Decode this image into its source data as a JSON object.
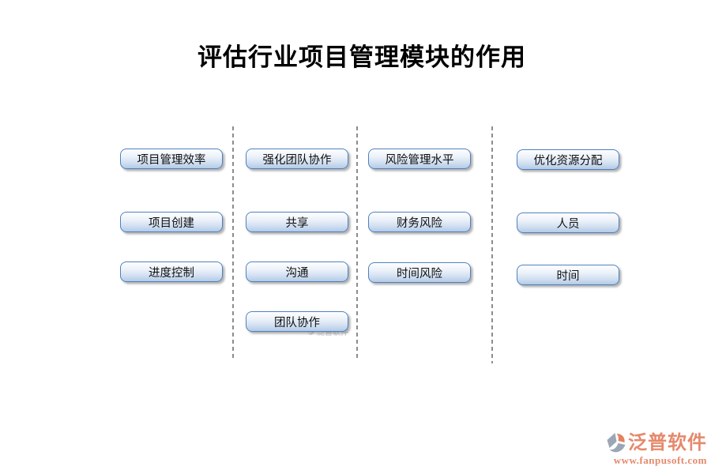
{
  "title": "评估行业项目管理模块的作用",
  "columns": [
    {
      "name": "project-management-efficiency",
      "buttons": [
        "项目管理效率",
        "项目创建",
        "进度控制"
      ]
    },
    {
      "name": "strengthen-team-collaboration",
      "buttons": [
        "强化团队协作",
        "共享",
        "沟通",
        "团队协作"
      ]
    },
    {
      "name": "risk-management-level",
      "buttons": [
        "风险管理水平",
        "财务风险",
        "时间风险"
      ]
    },
    {
      "name": "optimize-resource-allocation",
      "buttons": [
        "优化资源分配",
        "人员",
        "时间"
      ]
    }
  ],
  "brand": {
    "name": "泛普软件",
    "url": "www.fanpusoft.com",
    "icon": "fanpu-logo-icon"
  },
  "colors": {
    "button_border": "#4f81bd",
    "button_fill_top": "#fefeff",
    "button_fill_bottom": "#b4cae7",
    "separator_gray": "#8c8c8c",
    "brand_salmon": "#e5896c",
    "logo_gray": "#9ba6b6",
    "logo_orange": "#e2825f",
    "title_color": "#000000"
  }
}
